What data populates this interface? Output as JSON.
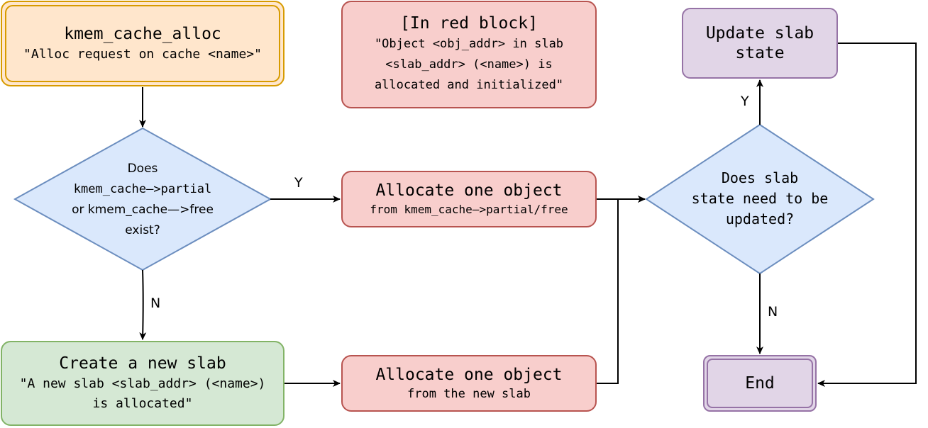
{
  "start": {
    "title": "kmem_cache_alloc",
    "subtitle": "\"Alloc request on cache <name>\""
  },
  "note": {
    "lines": [
      "[In red block]",
      "\"Object <obj_addr> in slab",
      "<slab_addr> (<name>) is",
      "allocated and initialized\""
    ]
  },
  "decision1": {
    "lines": [
      "Does",
      "kmem_cache—>partial",
      "or kmem_cache—>free",
      "exist?"
    ]
  },
  "alloc_partial": {
    "title": "Allocate one object",
    "subtitle": "from kmem_cache—>partial/free"
  },
  "create_slab": {
    "title": "Create a new slab",
    "subtitle_line1": "\"A new slab <slab_addr> (<name>)",
    "subtitle_line2": "is allocated\""
  },
  "alloc_new": {
    "title": "Allocate one object",
    "subtitle": "from the new slab"
  },
  "decision2": {
    "lines": [
      "Does slab",
      "state need to be",
      "updated?"
    ]
  },
  "update_state": {
    "lines": [
      "Update slab",
      "state"
    ]
  },
  "end": {
    "label": "End"
  },
  "edge_labels": {
    "d1_yes": "Y",
    "d1_no": "N",
    "d2_yes": "Y",
    "d2_no": "N"
  },
  "colors": {
    "orange_fill": "#FFE6CC",
    "orange_stroke": "#D79B00",
    "red_fill": "#F8CECC",
    "red_stroke": "#B85450",
    "blue_fill": "#DAE8FC",
    "blue_stroke": "#6C8EBF",
    "green_fill": "#D5E8D4",
    "green_stroke": "#82B366",
    "purple_fill": "#E1D5E7",
    "purple_stroke": "#9673A6"
  }
}
